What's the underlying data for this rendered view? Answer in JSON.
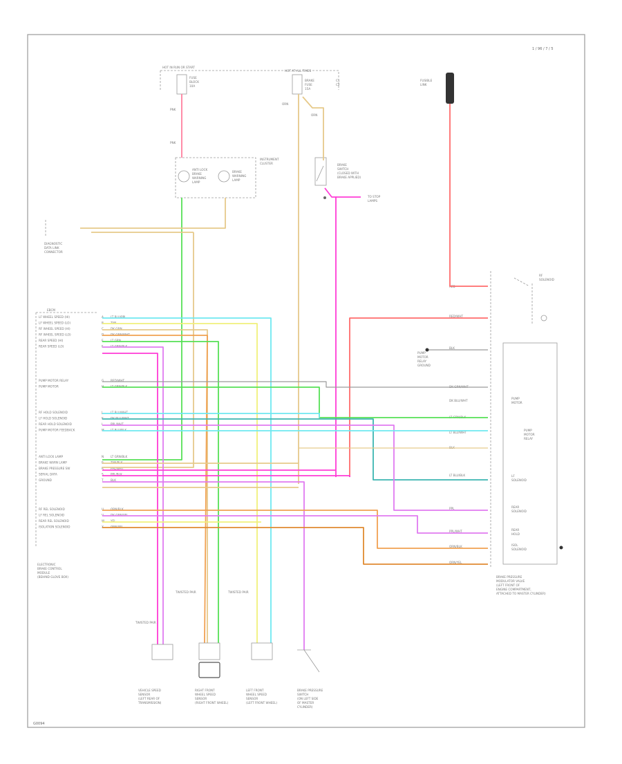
{
  "diagram": {
    "page_ref": "1 / 96 / 7 / 5",
    "footer_code": "G0094",
    "top_fuse_label": "HOT IN RUN OR START",
    "hot_at_all_times": "HOT AT ALL TIMES",
    "fuses": [
      {
        "line1": "FUSE",
        "line2": "BLOCK",
        "line3": "10A"
      },
      {
        "line1": "BRAKE",
        "line2": "FUSE",
        "line3": "15A"
      }
    ],
    "wire_codes_top": [
      "PNK",
      "PNK",
      "ORN",
      "ORN"
    ],
    "ign_relay": {
      "line1": "ANTI LOCK",
      "line2": "BRAKE",
      "line3": "WARNING",
      "line4": "LAMP"
    },
    "brake_lamp": {
      "line1": "BRAKE",
      "line2": "WARNING",
      "line3": "LAMP"
    },
    "instrument_cluster": {
      "line1": "INSTRUMENT",
      "line2": "CLUSTER"
    },
    "brake_switch": {
      "line1": "BRAKE",
      "line2": "SWITCH",
      "line3": "(CLOSED WITH",
      "line4": "BRAKE APPLIED)"
    },
    "to_stop_lamps": {
      "line1": "TO STOP",
      "line2": "LAMPS"
    },
    "fuse_link": {
      "line1": "FUSIBLE",
      "line2": "LINK"
    },
    "connector_top": {
      "line1": "C1",
      "line2": "C2"
    },
    "data_link": {
      "line1": "DIAGNOSTIC",
      "line2": "DATA LINK",
      "line3": "CONNECTOR"
    },
    "module_title": "EBCM",
    "module_footer": {
      "line1": "ELECTRONIC",
      "line2": "BRAKE CONTROL",
      "line3": "MODULE",
      "line4": "(BEHIND GLOVE BOX)"
    },
    "module_groups": [
      [
        "LF WHEEL SPEED (HI)",
        "LF WHEEL SPEED (LO)",
        "RF WHEEL SPEED (HI)",
        "RF WHEEL SPEED (LO)",
        "REAR SPEED (HI)",
        "REAR SPEED (LO)"
      ],
      [
        "PUMP MOTOR RELAY",
        "PUMP MOTOR"
      ],
      [
        "RF HOLD SOLENOID",
        "LF HOLD SOLENOID",
        "REAR HOLD SOLENOID",
        "PUMP MOTOR FEEDBACK"
      ],
      [
        "ANTI LOCK LAMP",
        "BRAKE WARN LAMP",
        "BRAKE PRESSURE SW",
        "SERIAL DATA",
        "GROUND"
      ],
      [
        "RF REL SOLENOID",
        "LF REL SOLENOID",
        "REAR REL SOLENOID",
        "ISOLATION SOLENOID"
      ]
    ],
    "module_wire_rows": [
      [
        "A",
        "LT BLU",
        "PPL"
      ],
      [
        "B",
        "TAN",
        ""
      ],
      [
        "C",
        "DK GRN",
        ""
      ],
      [
        "D",
        "DK GRN",
        "WHT"
      ],
      [
        "E",
        "LT GRN",
        ""
      ],
      [
        "F",
        "LT GRN",
        "BLK"
      ],
      [
        "G",
        "RED",
        "WHT"
      ],
      [
        "H",
        "LT GRN",
        "BLK"
      ],
      [
        "J",
        "LT BLU",
        "WHT"
      ],
      [
        "K",
        "DK BLU",
        "WHT"
      ],
      [
        "L",
        "PPL",
        "WHT"
      ],
      [
        "M",
        "LT BLU",
        "BLK"
      ],
      [
        "N",
        "LT GRN",
        "BLK"
      ],
      [
        "P",
        "TAN",
        "BLK"
      ],
      [
        "R",
        "PPL",
        "WHT"
      ],
      [
        "S",
        "PPL",
        "BLK"
      ],
      [
        "T",
        "BLK",
        ""
      ],
      [
        "U",
        "ORN",
        "BLK"
      ],
      [
        "V",
        "DK GRN",
        "YEL"
      ],
      [
        "W",
        "YEL",
        ""
      ],
      [
        "X",
        "ORN",
        "YEL"
      ]
    ],
    "right_block": {
      "line1": "BRAKE PRESSURE",
      "line2": "MODULATOR VALVE",
      "line3": "(LEFT FRONT OF",
      "line4": "ENGINE COMPARTMENT,",
      "line5": "ATTACHED TO MASTER CYLINDER)"
    },
    "right_labels": [
      "RED",
      "RED/WHT",
      "BLK",
      "DK GRN/WHT",
      "DK BLU/WHT",
      "LT GRN/BLK",
      "LT BLU/WHT",
      "BLK",
      "LT BLU/BLK",
      "PPL",
      "PPL/WHT",
      "ORN/BLK",
      "ORN/YEL"
    ],
    "right_internal": [
      {
        "line1": "PUMP",
        "line2": "MOTOR"
      },
      {
        "line1": "RF",
        "line2": "SOLENOID"
      },
      {
        "line1": "PUMP",
        "line2": "MOTOR",
        "line3": "RELAY"
      },
      {
        "line1": "LF",
        "line2": "SOLENOID"
      },
      {
        "line1": "REAR",
        "line2": "SOLENOID"
      },
      {
        "line1": "REAR",
        "line2": "HOLD"
      },
      {
        "line1": "ISOL",
        "line2": "SOLENOID"
      }
    ],
    "fused_label": {
      "line1": "PUMP",
      "line2": "MOTOR",
      "line3": "RELAY",
      "line4": "GROUND"
    },
    "bottom_sensors": [
      {
        "line1": "VEHICLE SPEED",
        "line2": "SENSOR",
        "line3": "(LEFT REAR OF",
        "line4": "TRANSMISSION)"
      },
      {
        "line1": "RIGHT FRONT",
        "line2": "WHEEL SPEED",
        "line3": "SENSOR",
        "line4": "(RIGHT FRONT WHEEL)"
      },
      {
        "line1": "LEFT FRONT",
        "line2": "WHEEL SPEED",
        "line3": "SENSOR",
        "line4": "(LEFT FRONT WHEEL)"
      },
      {
        "line1": "BRAKE PRESSURE",
        "line2": "SWITCH",
        "line3": "(ON LEFT SIDE",
        "line4": "OF MASTER",
        "line5": "CYLINDER)"
      }
    ],
    "twisted_pair": [
      "TWISTED PAIR",
      "TWISTED PAIR",
      "TWISTED PAIR"
    ],
    "wire_colors": {
      "pink": "#ff7f9f",
      "red": "#ff6b6b",
      "green": "#55e055",
      "tan": "#e6c98a",
      "yellow": "#f0f07a",
      "cyan": "#6ee8f0",
      "teal": "#3bb5b0",
      "magenta": "#ff3bd6",
      "violet": "#e07af0",
      "orange": "#f0a050",
      "dkorange": "#e08a30",
      "grey": "#9a9a9a"
    }
  }
}
